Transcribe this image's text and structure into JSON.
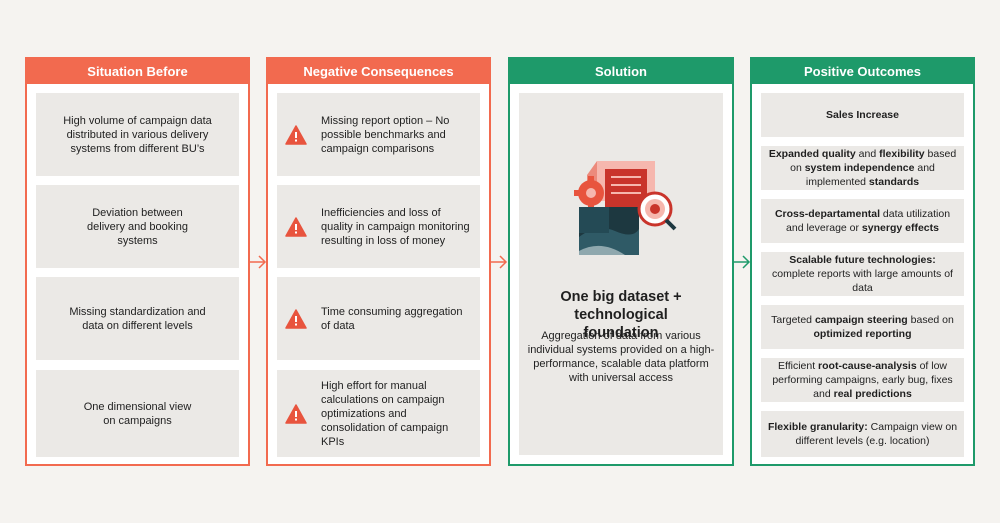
{
  "situation": {
    "title": "Situation Before",
    "items": [
      "High volume of campaign data distributed in various delivery systems from different BU’s",
      "Deviation between delivery and booking systems",
      "Missing standardization and data on different levels",
      "One dimensional view on campaigns"
    ]
  },
  "consequences": {
    "title": "Negative Consequences",
    "items": [
      "Missing report option – No possible benchmarks and campaign comparisons",
      "Inefficiencies and loss of quality in campaign monitoring resulting in loss of money",
      "Time consuming aggregation of data",
      "High effort for manual calculations on campaign optimizations and consolidation of campaign KPIs"
    ]
  },
  "solution": {
    "title": "Solution",
    "heading": "One big dataset + technological foundation",
    "text": "Aggregation of data from various individual systems provided on a high-performance, scalable data platform with universal access"
  },
  "outcomes": {
    "title": "Positive Outcomes",
    "items": [
      [
        {
          "b": true,
          "t": "Sales Increase"
        }
      ],
      [
        {
          "b": true,
          "t": "Expanded quality"
        },
        {
          "b": false,
          "t": " and "
        },
        {
          "b": true,
          "t": "flexibility"
        },
        {
          "b": false,
          "t": " based on "
        },
        {
          "b": true,
          "t": "system independence"
        },
        {
          "b": false,
          "t": " and implemented "
        },
        {
          "b": true,
          "t": "standards"
        }
      ],
      [
        {
          "b": true,
          "t": "Cross-departamental"
        },
        {
          "b": false,
          "t": " data utilization and leverage or "
        },
        {
          "b": true,
          "t": "synergy effects"
        }
      ],
      [
        {
          "b": true,
          "t": "Scalable future technologies:"
        },
        {
          "b": false,
          "t": " complete reports with large amounts of data"
        }
      ],
      [
        {
          "b": false,
          "t": "Targeted "
        },
        {
          "b": true,
          "t": "campaign steering"
        },
        {
          "b": false,
          "t": " based on "
        },
        {
          "b": true,
          "t": "optimized reporting"
        }
      ],
      [
        {
          "b": false,
          "t": "Efficient "
        },
        {
          "b": true,
          "t": "root-cause-analysis"
        },
        {
          "b": false,
          "t": " of low performing campaigns, early bug, fixes and "
        },
        {
          "b": true,
          "t": "real predictions"
        }
      ],
      [
        {
          "b": true,
          "t": "Flexible granularity:"
        },
        {
          "b": false,
          "t": " Campaign view on different levels (e.g. location)"
        }
      ]
    ]
  },
  "colors": {
    "negative": "#f26a4f",
    "positive": "#1e9a6a",
    "panel": "#ebe9e6",
    "background": "#f5f3f0"
  },
  "icons": {
    "warning": "warning-icon",
    "arrow": "arrow-right-icon",
    "illustration": "data-platform-illustration"
  }
}
